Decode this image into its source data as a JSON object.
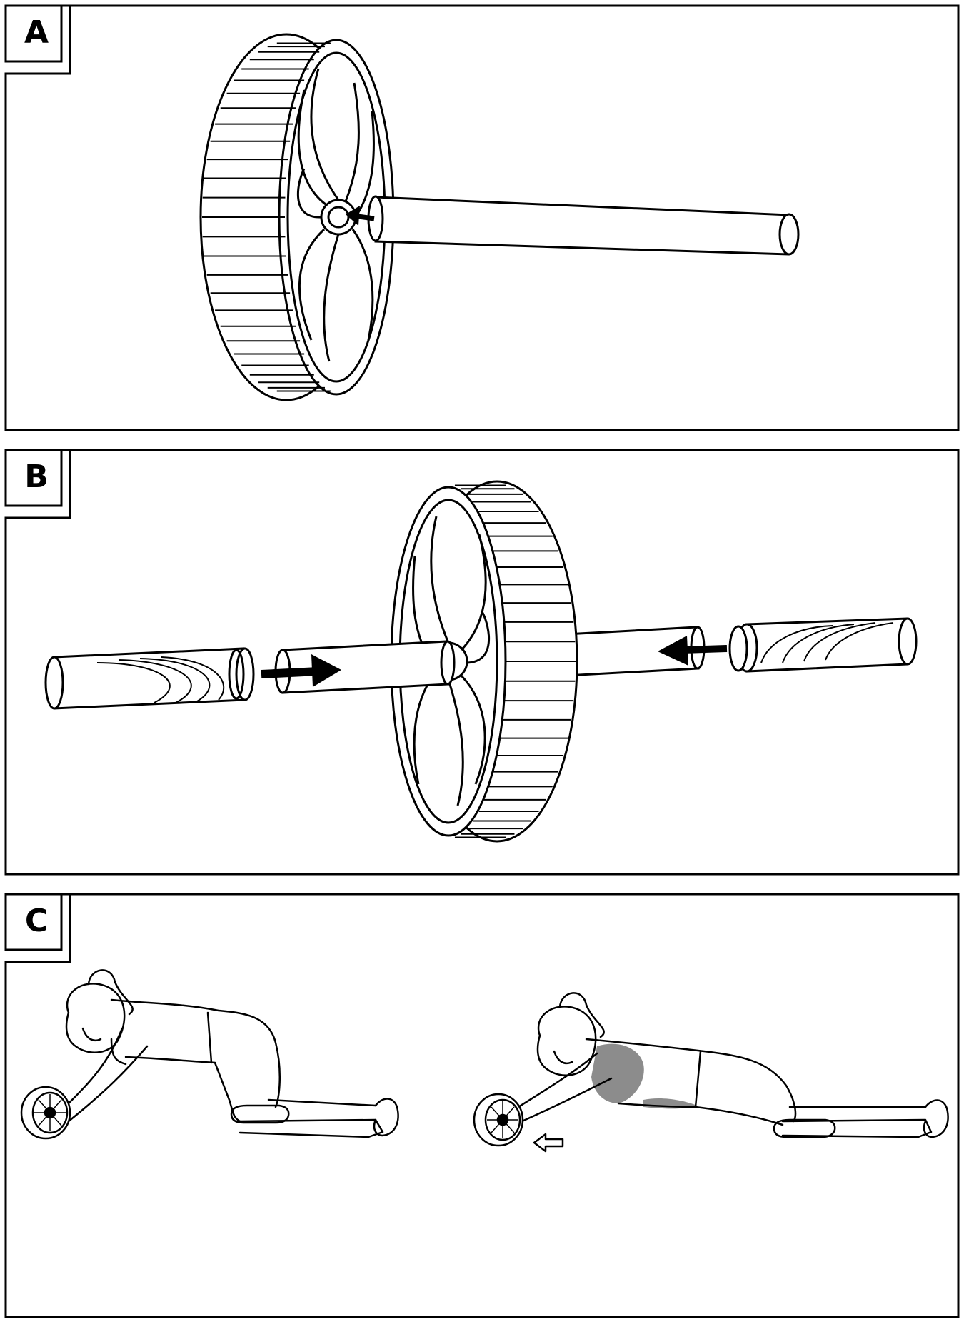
{
  "panels": [
    {
      "label": "A"
    },
    {
      "label": "B"
    },
    {
      "label": "C"
    }
  ],
  "colors": {
    "line": "#000000",
    "paper": "#ffffff",
    "muscle_highlight": "#8c8c8c"
  },
  "icons": {
    "wheel": "ab-wheel-icon",
    "handle": "foam-grip-icon",
    "insert_arrow": "insert-arrow-icon",
    "roll_direction": "outline-arrow-icon"
  }
}
